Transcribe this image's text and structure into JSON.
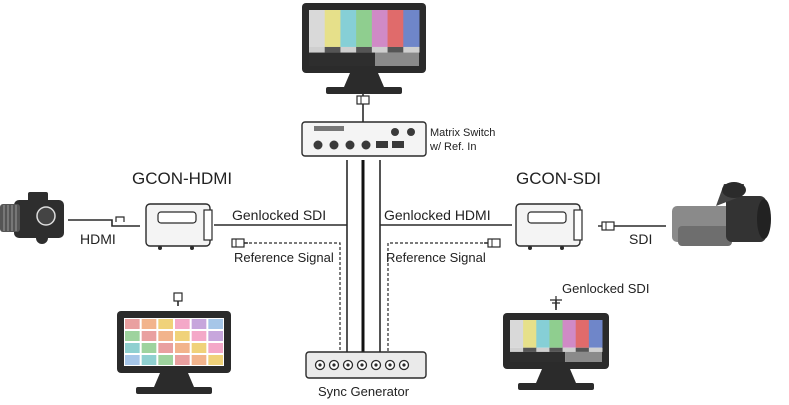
{
  "labels": {
    "matrix_switch_line1": "Matrix Switch",
    "matrix_switch_line2": "w/ Ref. In",
    "gcon_hdmi": "GCON-HDMI",
    "gcon_sdi": "GCON-SDI",
    "hdmi": "HDMI",
    "sdi": "SDI",
    "genlocked_sdi_left": "Genlocked SDI",
    "genlocked_hdmi": "Genlocked HDMI",
    "reference_signal_left": "Reference Signal",
    "reference_signal_right": "Reference Signal",
    "genlocked_sdi_monitor": "Genlocked SDI",
    "sync_generator": "Sync Generator"
  },
  "colors": {
    "line": "#2a2a2a",
    "device_fill": "#f4f4f4",
    "bar_colors": [
      "#d9d9d9",
      "#e6e08a",
      "#86cfd6",
      "#8fce8f",
      "#d08ac6",
      "#e06b6b",
      "#6f86c9"
    ],
    "grid_colors": [
      "#e9a0a0",
      "#a6c6e8",
      "#f0d27a",
      "#9ed39e",
      "#c7a6dc",
      "#f2b48c",
      "#8fd0d0",
      "#f4a8c8"
    ]
  }
}
